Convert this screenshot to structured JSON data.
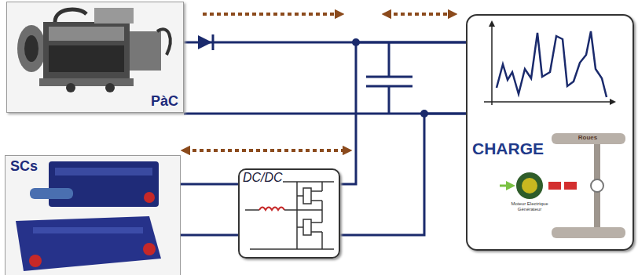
{
  "diagram": {
    "nodes": [
      {
        "text": [
          "PàC"
        ]
      },
      {
        "text": [
          "SCs"
        ]
      },
      {
        "text": [
          "DC/DC"
        ]
      },
      {
        "text": [
          "CHARGE"
        ]
      }
    ],
    "edges": [
      {
        "from": 0,
        "to": 3,
        "arrow": "none"
      },
      {
        "from": 1,
        "to": 2,
        "arrow": "none"
      },
      {
        "from": 2,
        "to": 3,
        "arrow": "none"
      }
    ],
    "labels": [
      "Roues",
      "Moteur Electrique Générateur"
    ]
  }
}
